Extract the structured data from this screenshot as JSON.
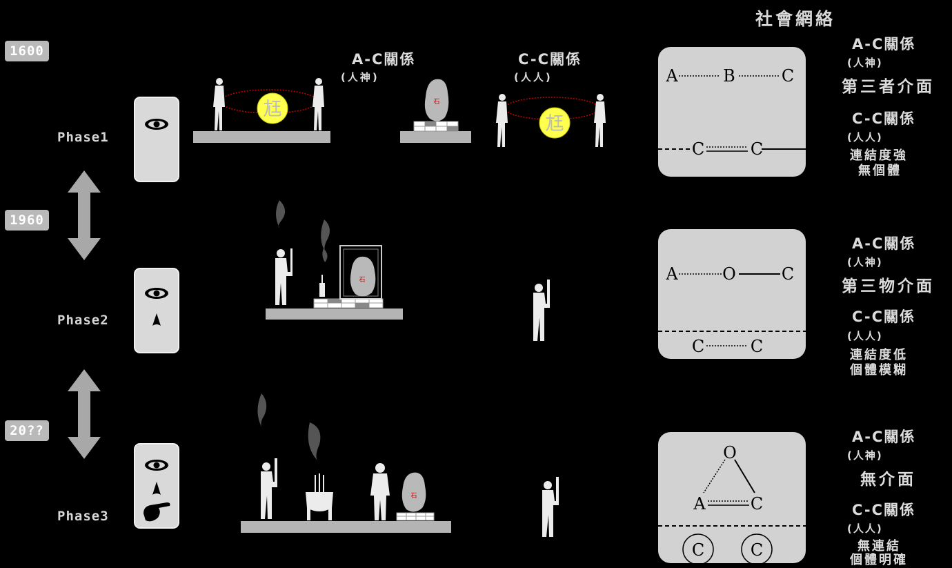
{
  "network_title": "社會網絡",
  "years": [
    "1600",
    "1960",
    "20??"
  ],
  "phases": [
    "Phase1",
    "Phase2",
    "Phase3"
  ],
  "top_labels": {
    "ac": "A-C關係",
    "ac_sub": "(人神)",
    "cc": "C-C關係",
    "cc_sub": "(人人)"
  },
  "deity_char": "尪",
  "stone_char": "石",
  "diagram1": {
    "a": "A",
    "b": "B",
    "c1": "C",
    "c2": "C",
    "c3": "C"
  },
  "diagram2": {
    "a": "A",
    "o": "O",
    "c1": "C",
    "c2": "C",
    "c3": "C"
  },
  "diagram3": {
    "o": "O",
    "a": "A",
    "c1": "C",
    "c2": "C",
    "c3": "C"
  },
  "right_text": {
    "p1": {
      "ac": "A-C關係",
      "ac_sub": "(人神)",
      "ac_desc": "第三者介面",
      "cc": "C-C關係",
      "cc_sub": "(人人)",
      "cc_desc1": "連結度強",
      "cc_desc2": "無個體"
    },
    "p2": {
      "ac": "A-C關係",
      "ac_sub": "(人神)",
      "ac_desc": "第三物介面",
      "cc": "C-C關係",
      "cc_sub": "(人人)",
      "cc_desc1": "連結度低",
      "cc_desc2": "個體模糊"
    },
    "p3": {
      "ac": "A-C關係",
      "ac_sub": "(人神)",
      "ac_desc": "無介面",
      "cc": "C-C關係",
      "cc_sub": "(人人)",
      "cc_desc1": "無連結",
      "cc_desc2": "個體明確"
    }
  }
}
